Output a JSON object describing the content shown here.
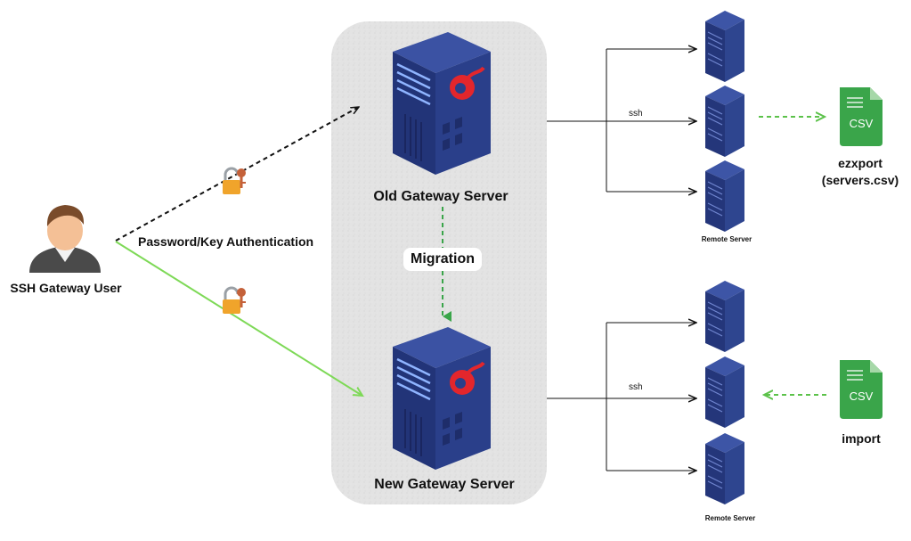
{
  "user": {
    "label": "SSH Gateway User"
  },
  "auth": {
    "label": "Password/Key Authentication"
  },
  "old_gateway": {
    "label": "Old Gateway Server"
  },
  "new_gateway": {
    "label": "New Gateway Server"
  },
  "migration": {
    "label": "Migration"
  },
  "top_cluster": {
    "ssh_label": "ssh",
    "remote_label": "Remote Server"
  },
  "bottom_cluster": {
    "ssh_label": "ssh",
    "remote_label": "Remote Server"
  },
  "export_file": {
    "icon_text": "CSV",
    "label_line1": "ezxport",
    "label_line2": "(servers.csv)"
  },
  "import_file": {
    "icon_text": "CSV",
    "label": "import"
  },
  "colors": {
    "server_dark": "#1f2f6b",
    "server_mid": "#2b3f86",
    "logo_red": "#e3262c",
    "csv_green": "#3aa54a",
    "arrow_green": "#7ed957",
    "dash_green": "#5cc24a",
    "panel_gray": "#e4e4e4"
  }
}
